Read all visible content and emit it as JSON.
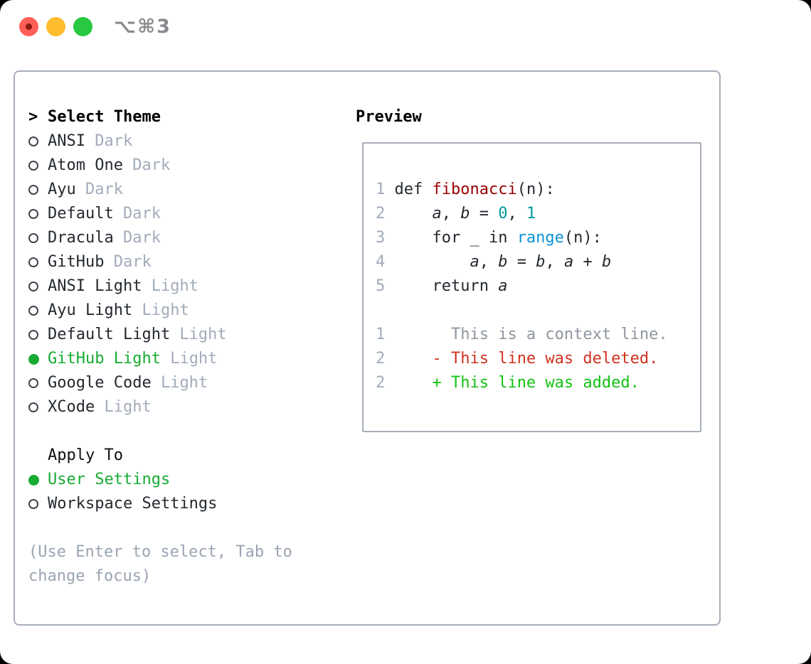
{
  "window": {
    "title": "⌥⌘3"
  },
  "colors": {
    "accent": "#17ab33",
    "border": "#a7aeb9",
    "text": "#24292f",
    "muted": "#a2abba",
    "hint": "#9aa4b2",
    "line_number": "#a2abba",
    "function_red": "#990000",
    "number_teal": "#009999",
    "builtin_blue": "#0a95d6",
    "context_gray": "#8f969f",
    "deleted_red": "#d0321f",
    "added_green": "#12c212",
    "traffic_red": "#ff5f57",
    "traffic_yellow": "#febc2e",
    "traffic_green": "#28c840"
  },
  "theme_panel": {
    "header": {
      "prefix": ">",
      "label": "Select Theme"
    },
    "themes": [
      {
        "name": "ANSI",
        "variant": "Dark",
        "selected": false
      },
      {
        "name": "Atom One",
        "variant": "Dark",
        "selected": false
      },
      {
        "name": "Ayu",
        "variant": "Dark",
        "selected": false
      },
      {
        "name": "Default",
        "variant": "Dark",
        "selected": false
      },
      {
        "name": "Dracula",
        "variant": "Dark",
        "selected": false
      },
      {
        "name": "GitHub",
        "variant": "Dark",
        "selected": false
      },
      {
        "name": "ANSI Light",
        "variant": "Light",
        "selected": false
      },
      {
        "name": "Ayu Light",
        "variant": "Light",
        "selected": false
      },
      {
        "name": "Default Light",
        "variant": "Light",
        "selected": false
      },
      {
        "name": "GitHub Light",
        "variant": "Light",
        "selected": true
      },
      {
        "name": "Google Code",
        "variant": "Light",
        "selected": false
      },
      {
        "name": "XCode",
        "variant": "Light",
        "selected": false
      }
    ],
    "apply_to": {
      "label": "Apply To",
      "options": [
        {
          "name": "User Settings",
          "selected": true
        },
        {
          "name": "Workspace Settings",
          "selected": false
        }
      ]
    },
    "hint": "(Use Enter to select, Tab to change focus)"
  },
  "preview": {
    "header": "Preview",
    "lines": [
      {
        "tokens": [
          {
            "t": "1 ",
            "c": "ln"
          },
          {
            "t": "def ",
            "c": "plain"
          },
          {
            "t": "fibonacci",
            "c": "func"
          },
          {
            "t": "(n):",
            "c": "plain"
          }
        ]
      },
      {
        "tokens": [
          {
            "t": "2 ",
            "c": "ln"
          },
          {
            "t": "    ",
            "c": "plain"
          },
          {
            "t": "a",
            "c": "var"
          },
          {
            "t": ", ",
            "c": "plain"
          },
          {
            "t": "b",
            "c": "var"
          },
          {
            "t": " = ",
            "c": "plain"
          },
          {
            "t": "0",
            "c": "num"
          },
          {
            "t": ", ",
            "c": "plain"
          },
          {
            "t": "1",
            "c": "num"
          }
        ]
      },
      {
        "tokens": [
          {
            "t": "3 ",
            "c": "ln"
          },
          {
            "t": "    for _ in ",
            "c": "plain"
          },
          {
            "t": "range",
            "c": "builtin"
          },
          {
            "t": "(n):",
            "c": "plain"
          }
        ]
      },
      {
        "tokens": [
          {
            "t": "4 ",
            "c": "ln"
          },
          {
            "t": "        ",
            "c": "plain"
          },
          {
            "t": "a",
            "c": "var"
          },
          {
            "t": ", ",
            "c": "plain"
          },
          {
            "t": "b",
            "c": "var"
          },
          {
            "t": " = ",
            "c": "plain"
          },
          {
            "t": "b",
            "c": "var"
          },
          {
            "t": ", ",
            "c": "plain"
          },
          {
            "t": "a",
            "c": "var"
          },
          {
            "t": " + ",
            "c": "plain"
          },
          {
            "t": "b",
            "c": "var"
          }
        ]
      },
      {
        "tokens": [
          {
            "t": "5 ",
            "c": "ln"
          },
          {
            "t": "    return ",
            "c": "plain"
          },
          {
            "t": "a",
            "c": "var"
          }
        ]
      },
      {
        "tokens": []
      },
      {
        "tokens": [
          {
            "t": "1",
            "c": "ln"
          },
          {
            "t": "       ",
            "c": "plain"
          },
          {
            "t": "This is a context line.",
            "c": "ctx"
          }
        ]
      },
      {
        "tokens": [
          {
            "t": "2",
            "c": "ln"
          },
          {
            "t": "     ",
            "c": "plain"
          },
          {
            "t": "- This line was deleted.",
            "c": "del"
          }
        ]
      },
      {
        "tokens": [
          {
            "t": "2",
            "c": "ln"
          },
          {
            "t": "     ",
            "c": "plain"
          },
          {
            "t": "+ This line was added.",
            "c": "add"
          }
        ]
      }
    ]
  }
}
